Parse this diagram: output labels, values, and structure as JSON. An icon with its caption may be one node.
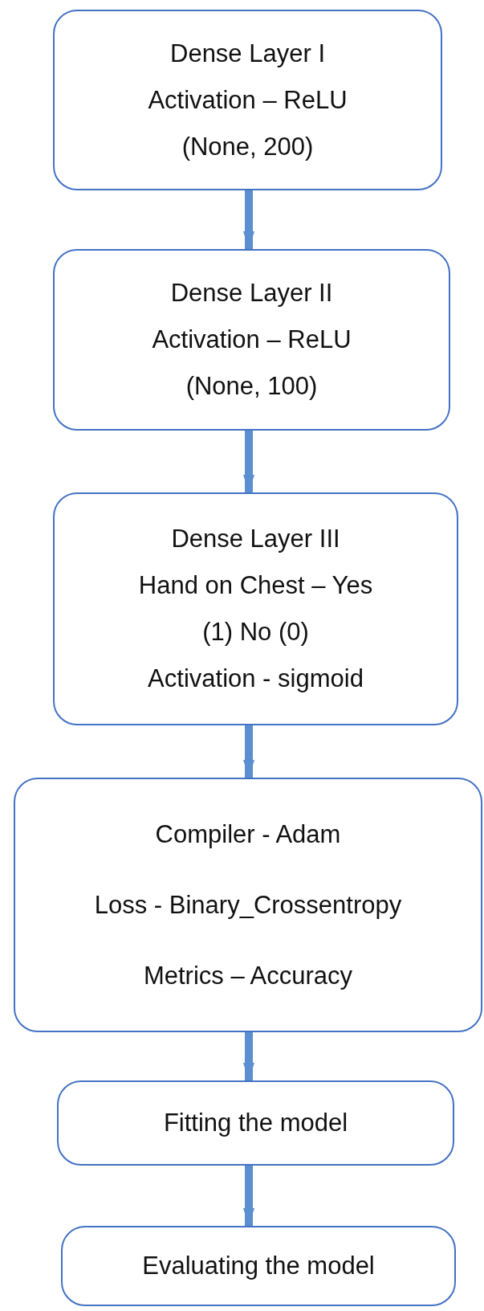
{
  "diagram": {
    "nodes": [
      {
        "text": [
          "Dense Layer I",
          "Activation – ReLU",
          "(None, 200)"
        ]
      },
      {
        "text": [
          "Dense Layer II",
          "Activation – ReLU",
          "(None, 100)"
        ]
      },
      {
        "text": [
          "Dense Layer III",
          "Hand on Chest – Yes (1) No (0)",
          "Activation - sigmoid"
        ]
      },
      {
        "text": [
          "Compiler - Adam",
          "Loss - Binary_Crossentropy",
          "Metrics – Accuracy"
        ]
      },
      {
        "text": [
          "Fitting the model"
        ]
      },
      {
        "text": [
          "Evaluating the model"
        ]
      }
    ],
    "edges": [
      {
        "from": 0,
        "to": 1,
        "arrow": "to"
      },
      {
        "from": 1,
        "to": 2,
        "arrow": "to"
      },
      {
        "from": 2,
        "to": 3,
        "arrow": "to"
      },
      {
        "from": 3,
        "to": 4,
        "arrow": "to"
      },
      {
        "from": 4,
        "to": 5,
        "arrow": "to"
      }
    ]
  }
}
